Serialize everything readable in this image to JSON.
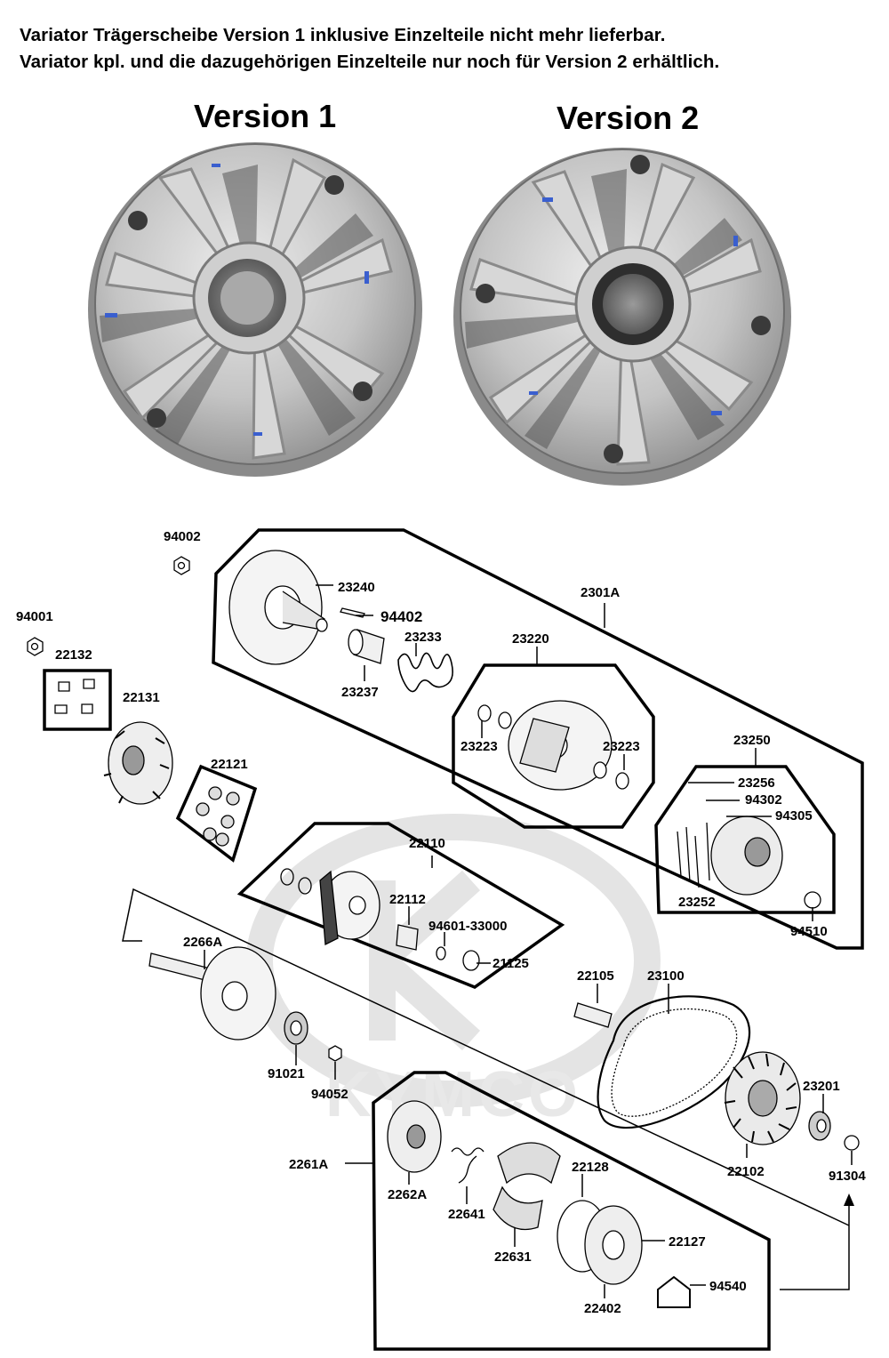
{
  "notes": [
    "Variator Trägerscheibe Version 1 inklusive Einzelteile nicht mehr lieferbar.",
    "Variator kpl. und die dazugehörigen Einzelteile nur noch für Version 2 erhältlich."
  ],
  "versions": [
    {
      "label": "Version 1"
    },
    {
      "label": "Version 2"
    }
  ],
  "watermark": {
    "brand": "KYMCO"
  },
  "colors": {
    "outline": "#000000",
    "metal": "#c9c9c9",
    "metal_dark": "#7d7d7d",
    "watermark": "#e4e4e4",
    "marking": "#3a5fcf"
  },
  "parts": {
    "p94002": "94002",
    "p94001": "94001",
    "p22132": "22132",
    "p22131": "22131",
    "p22121": "22121",
    "p23240": "23240",
    "p94402": "94402",
    "p23233": "23233",
    "p23237": "23237",
    "p2301A": "2301A",
    "p23220": "23220",
    "p23223a": "23223",
    "p23223b": "23223",
    "p23250": "23250",
    "p23256": "23256",
    "p94302": "94302",
    "p94305": "94305",
    "p23252": "23252",
    "p94510": "94510",
    "p22110": "22110",
    "p22112": "22112",
    "p94601": "94601-33000",
    "p21125": "21125",
    "p2266A": "2266A",
    "p91021": "91021",
    "p94052": "94052",
    "p22105": "22105",
    "p23100": "23100",
    "p23201": "23201",
    "p22102": "22102",
    "p91304": "91304",
    "p2261A": "2261A",
    "p2262A": "2262A",
    "p22641": "22641",
    "p22128": "22128",
    "p22631": "22631",
    "p22127": "22127",
    "p22402": "22402",
    "p94540": "94540"
  }
}
